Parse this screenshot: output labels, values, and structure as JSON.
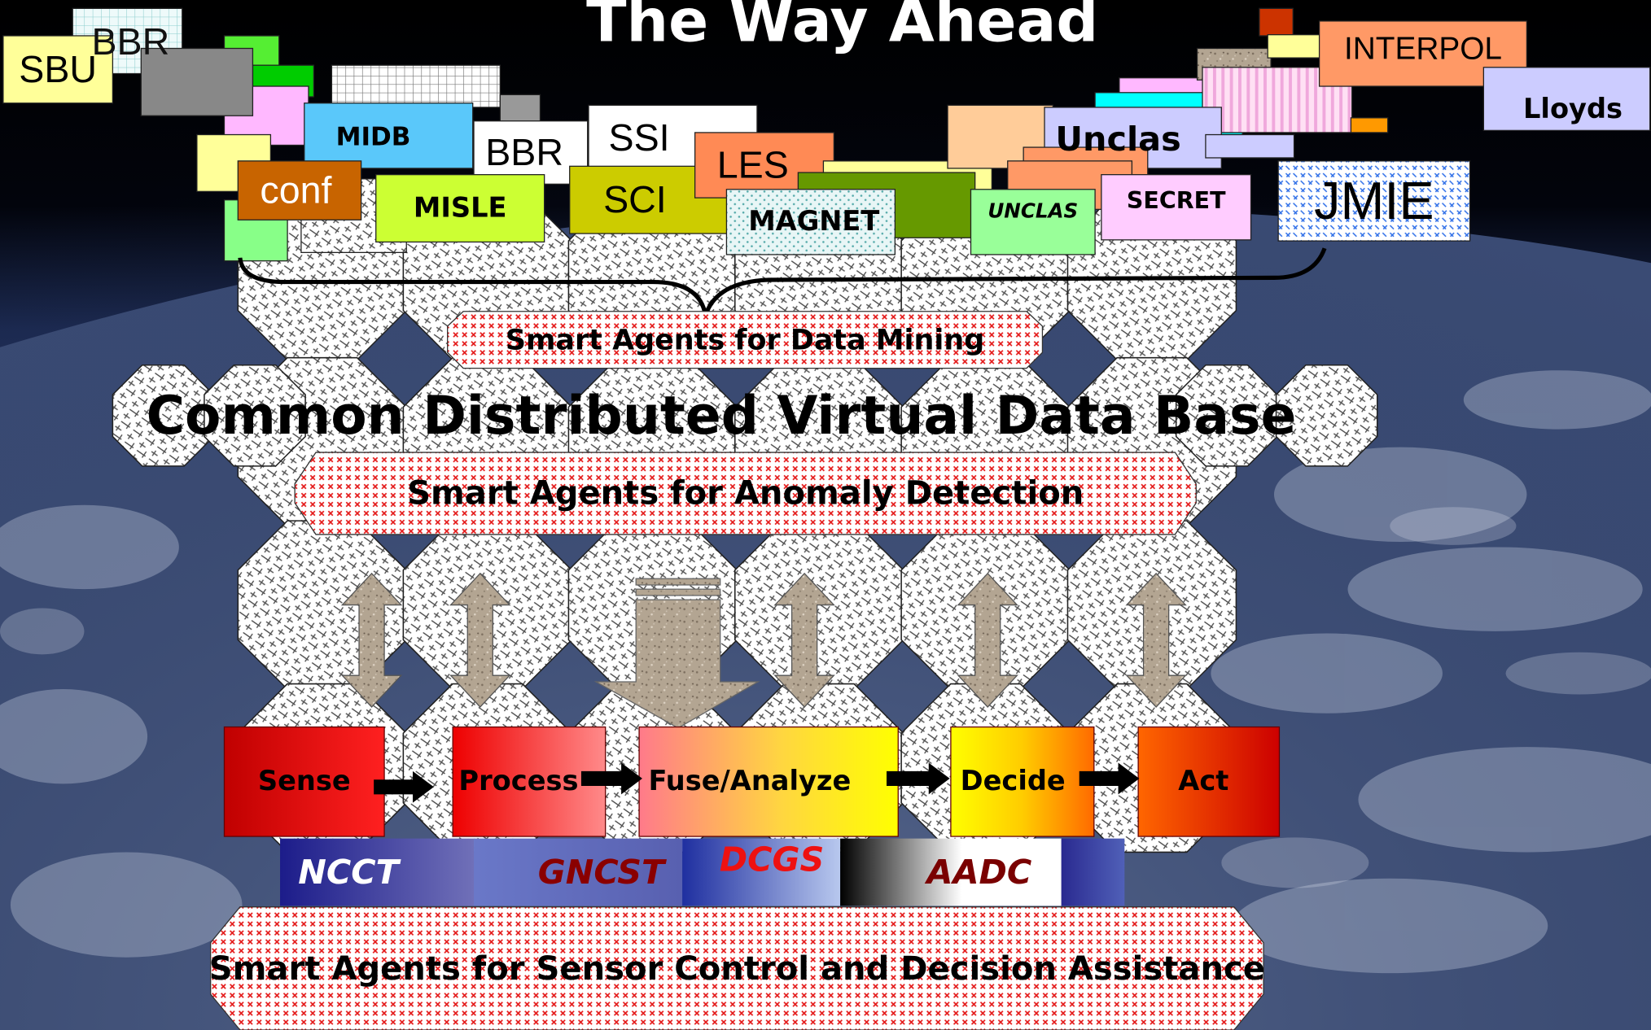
{
  "title": "The Way Ahead",
  "sources": {
    "sbu": "SBU",
    "bbr_top": "BBR",
    "midb": "MIDB",
    "bbr": "BBR",
    "ssi": "SSI",
    "les": "LES",
    "sci": "SCI",
    "conf": "conf",
    "misle": "MISLE",
    "magnet": "MAGNET",
    "unclas_big": "Unclas",
    "unclas_small": "UNCLAS",
    "secret": "SECRET",
    "jmie": "JMIE",
    "interpol": "INTERPOL",
    "lloyds": "Lloyds"
  },
  "agents": {
    "data_mining": "Smart Agents for Data Mining",
    "anomaly": "Smart Agents for Anomaly Detection",
    "sensor_control": "Smart Agents for Sensor Control and Decision Assistance"
  },
  "database": "Common Distributed Virtual Data Base",
  "process_chain": [
    "Sense",
    "Process",
    "Fuse/Analyze",
    "Decide",
    "Act"
  ],
  "systems": [
    "NCCT",
    "GNCST",
    "DCGS",
    "AADC"
  ],
  "colors": {
    "agent_hatch": "#e41818",
    "title": "#ffffff",
    "sense": "#c00000",
    "act": "#ff6600"
  }
}
